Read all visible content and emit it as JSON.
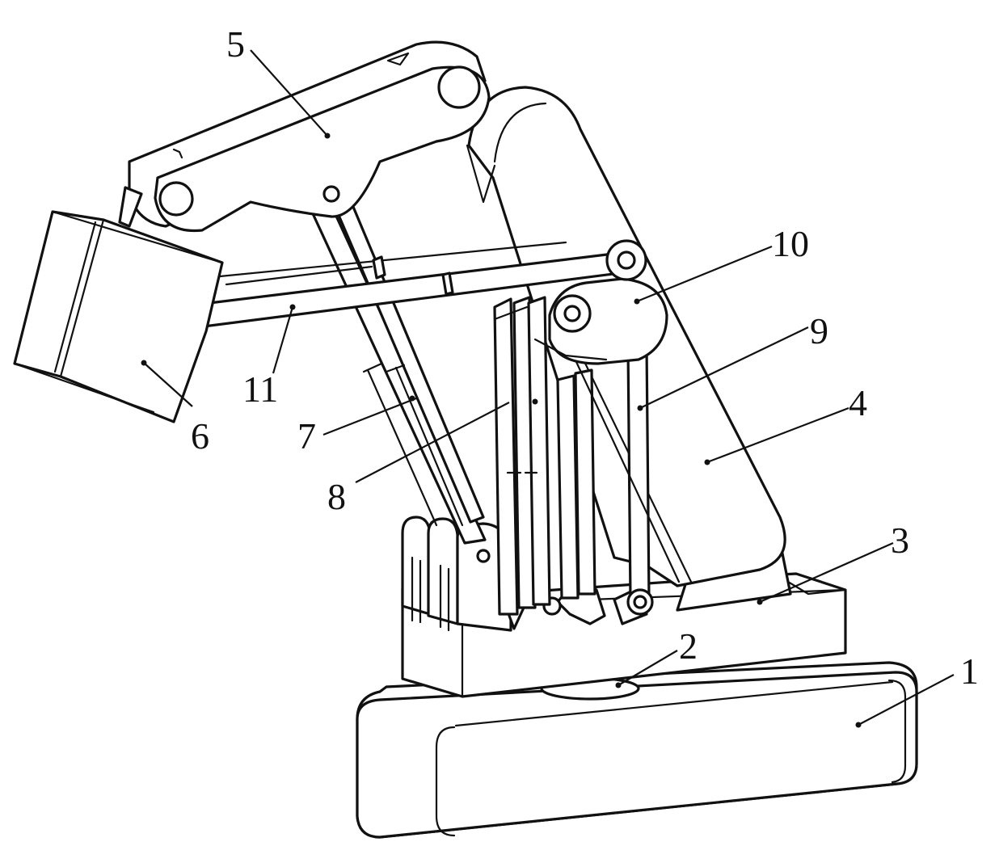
{
  "labels": {
    "base": "1",
    "turntable": "2",
    "column_seat": "3",
    "big_arm": "4",
    "small_arm": "5",
    "end_effector": "6",
    "rod_7": "7",
    "rod_8": "8",
    "rod_9": "9",
    "rocker_10": "10",
    "rod_11": "11"
  }
}
